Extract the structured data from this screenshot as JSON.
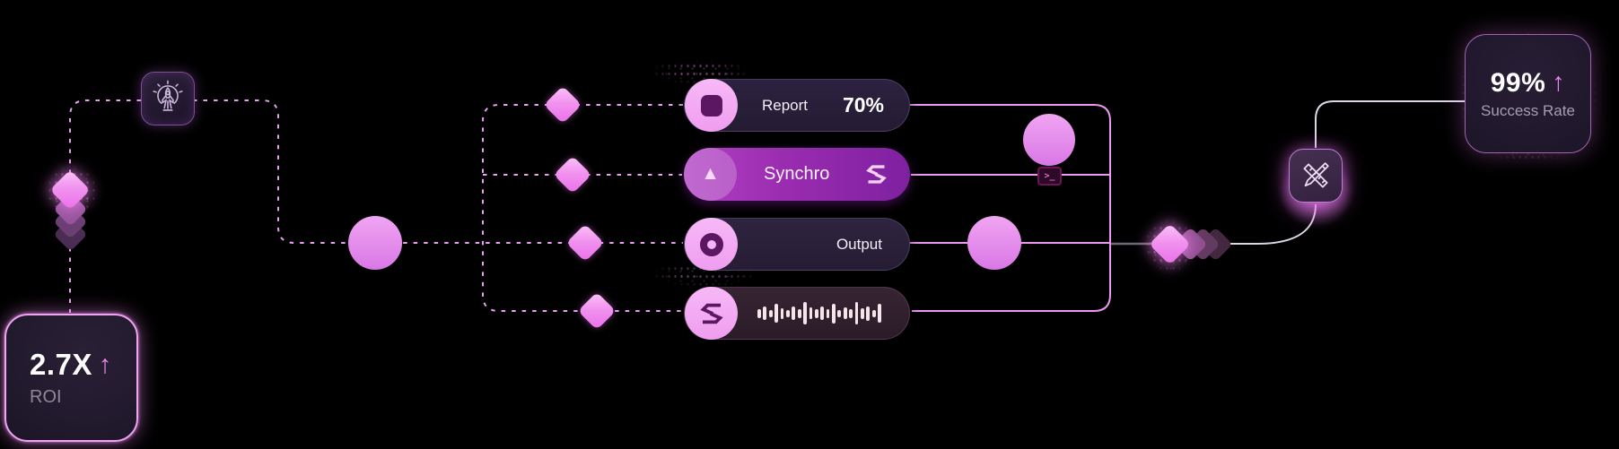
{
  "scene": {
    "title": "workflow-illustration",
    "background": "#000000",
    "colors": {
      "dotted_line": "#e9a0f2",
      "solid_line": "#ef97f3",
      "grey_line": "#6e6876",
      "white_line": "#ded6e4",
      "node_pink": "#f0a5f2",
      "synchro_purple": "#9a2cb0",
      "dark_pill": "#241b33",
      "deep_plum": "#5c1763"
    }
  },
  "roi_card": {
    "value": "2.7X",
    "arrow": "↑",
    "label": "ROI"
  },
  "success_card": {
    "value": "99%",
    "arrow": "↑",
    "label": "Success Rate"
  },
  "pills": {
    "report": {
      "label": "Report",
      "value": "70%"
    },
    "synchro": {
      "label": "Synchro"
    },
    "output": {
      "label": "Output"
    },
    "waveform": {
      "bars": [
        10,
        15,
        8,
        21,
        12,
        8,
        15,
        10,
        25,
        13,
        10,
        15,
        10,
        22,
        8,
        13,
        10,
        25,
        12,
        16,
        8,
        21
      ]
    }
  },
  "icons": {
    "rocket_idea": "rocket-in-lightbulb",
    "design_tools": "pencil-and-ruler",
    "synchro_logo": "angular-S",
    "play_triangle": "▲",
    "terminal_prompt": ">_",
    "stop_square": "rounded-square",
    "record_donut": "donut-circle",
    "balloon": "hot-air-balloon-terminal"
  }
}
